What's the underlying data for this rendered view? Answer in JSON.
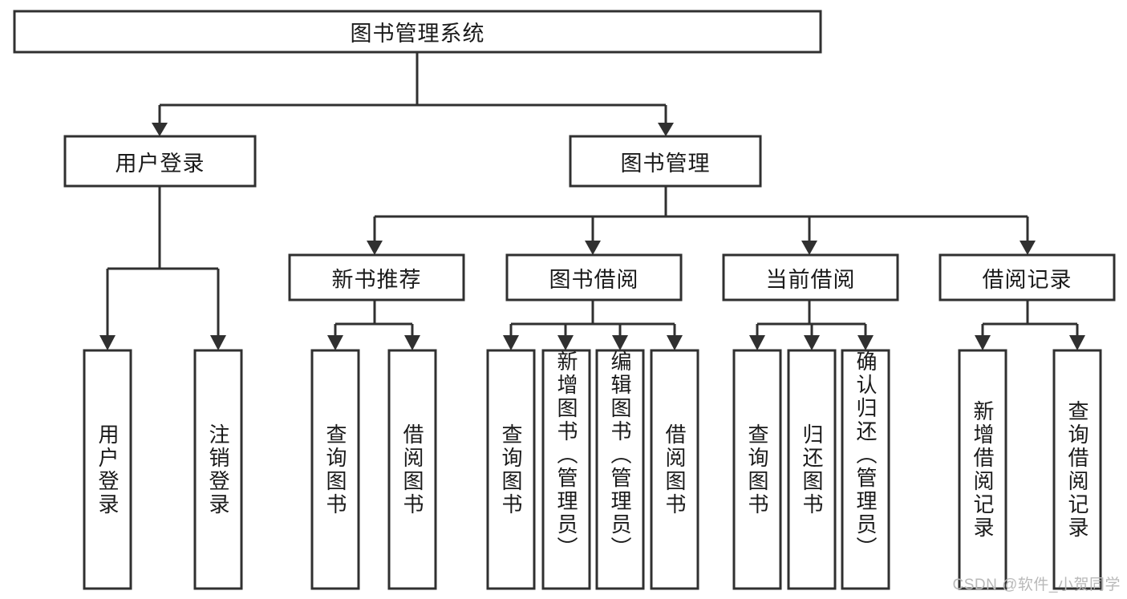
{
  "diagram": {
    "title": "图书管理系统",
    "type": "hierarchy-tree",
    "colors": {
      "stroke": "#303030",
      "fill": "#ffffff",
      "text": "#1a1a1a",
      "watermark": "#b9b9b9"
    },
    "root": {
      "label": "图书管理系统"
    },
    "level2": [
      {
        "label": "用户登录"
      },
      {
        "label": "图书管理"
      }
    ],
    "level3": [
      {
        "label": "新书推荐"
      },
      {
        "label": "图书借阅"
      },
      {
        "label": "当前借阅"
      },
      {
        "label": "借阅记录"
      }
    ],
    "leaves_user_login": [
      {
        "label": "用户登录"
      },
      {
        "label": "注销登录"
      }
    ],
    "leaves_new_book": [
      {
        "label": "查询图书"
      },
      {
        "label": "借阅图书"
      }
    ],
    "leaves_borrow": [
      {
        "label": "查询图书"
      },
      {
        "label": "新增图书（管理员）"
      },
      {
        "label": "编辑图书（管理员）"
      },
      {
        "label": "借阅图书"
      }
    ],
    "leaves_current": [
      {
        "label": "查询图书"
      },
      {
        "label": "归还图书"
      },
      {
        "label": "确认归还（管理员）"
      }
    ],
    "leaves_records": [
      {
        "label": "新增借阅记录"
      },
      {
        "label": "查询借阅记录"
      }
    ]
  },
  "watermark": {
    "text": "CSDN @软件_小贺同学"
  }
}
